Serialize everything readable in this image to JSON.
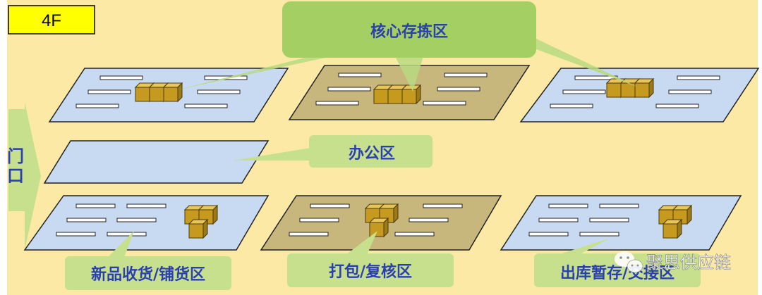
{
  "floor_label": "4F",
  "door_label": [
    "门",
    "口"
  ],
  "zones": {
    "core_picking": "核心存拣区",
    "office": "办公区",
    "receiving": "新品收货/铺货区",
    "packing": "打包/复核区",
    "outbound": "出库暂存/交接区"
  },
  "watermark": "聚思供应链",
  "colors": {
    "background": "#fde9a6",
    "label_green": "#c6e08e",
    "core_green": "#a4cf62",
    "shelf_blue": "#c8daf2",
    "shelf_tan": "#c8b77c",
    "box_gold": "#c59a1f",
    "floor_tag": "#ffff00",
    "text_blue": "#2a3fb0"
  }
}
